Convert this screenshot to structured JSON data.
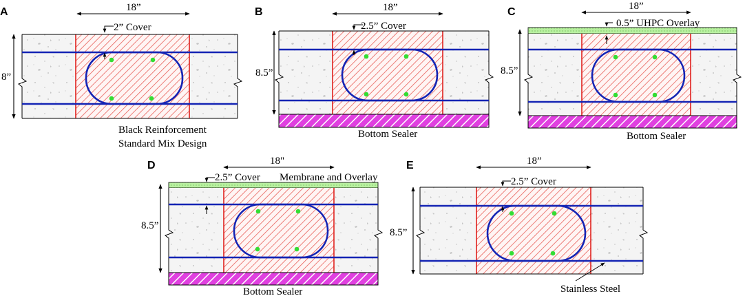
{
  "colors": {
    "concrete_bg": "#f4f4f4",
    "aggregate": "#b8b8b8",
    "hatch": "#e8605a",
    "zone_border": "#e0201c",
    "rebar": "#1424b4",
    "bar_dot": "#33dd33",
    "sealer": "#e040e0",
    "overlay": "#b8f0a0",
    "outline": "#000000"
  },
  "panels": [
    {
      "id": "A",
      "panel_label": "A",
      "width_label": "18”",
      "depth_label": "8”",
      "top_note": "2” Cover",
      "bottom_notes": [
        "Black Reinforcement",
        "Standard Mix Design"
      ],
      "has_overlay": false,
      "has_sealer": false
    },
    {
      "id": "B",
      "panel_label": "B",
      "width_label": "18”",
      "depth_label": "8.5”",
      "top_note": "2.5” Cover",
      "bottom_notes": [
        "Bottom Sealer"
      ],
      "has_overlay": false,
      "has_sealer": true
    },
    {
      "id": "C",
      "panel_label": "C",
      "width_label": "18”",
      "depth_label": "8.5”",
      "top_note": "0.5” UHPC Overlay",
      "bottom_notes": [
        "Bottom Sealer"
      ],
      "has_overlay": true,
      "has_sealer": true
    },
    {
      "id": "D",
      "panel_label": "D",
      "width_label": "18\"",
      "depth_label": "8.5”",
      "top_note": "2.5” Cover",
      "side_note": "Membrane and Overlay",
      "bottom_notes": [
        "Bottom Sealer"
      ],
      "has_overlay": true,
      "has_sealer": true
    },
    {
      "id": "E",
      "panel_label": "E",
      "width_label": "18”",
      "depth_label": "8.5”",
      "top_note": "2.5” Cover",
      "bottom_notes": [
        "Stainless Steel"
      ],
      "has_overlay": false,
      "has_sealer": false
    }
  ]
}
